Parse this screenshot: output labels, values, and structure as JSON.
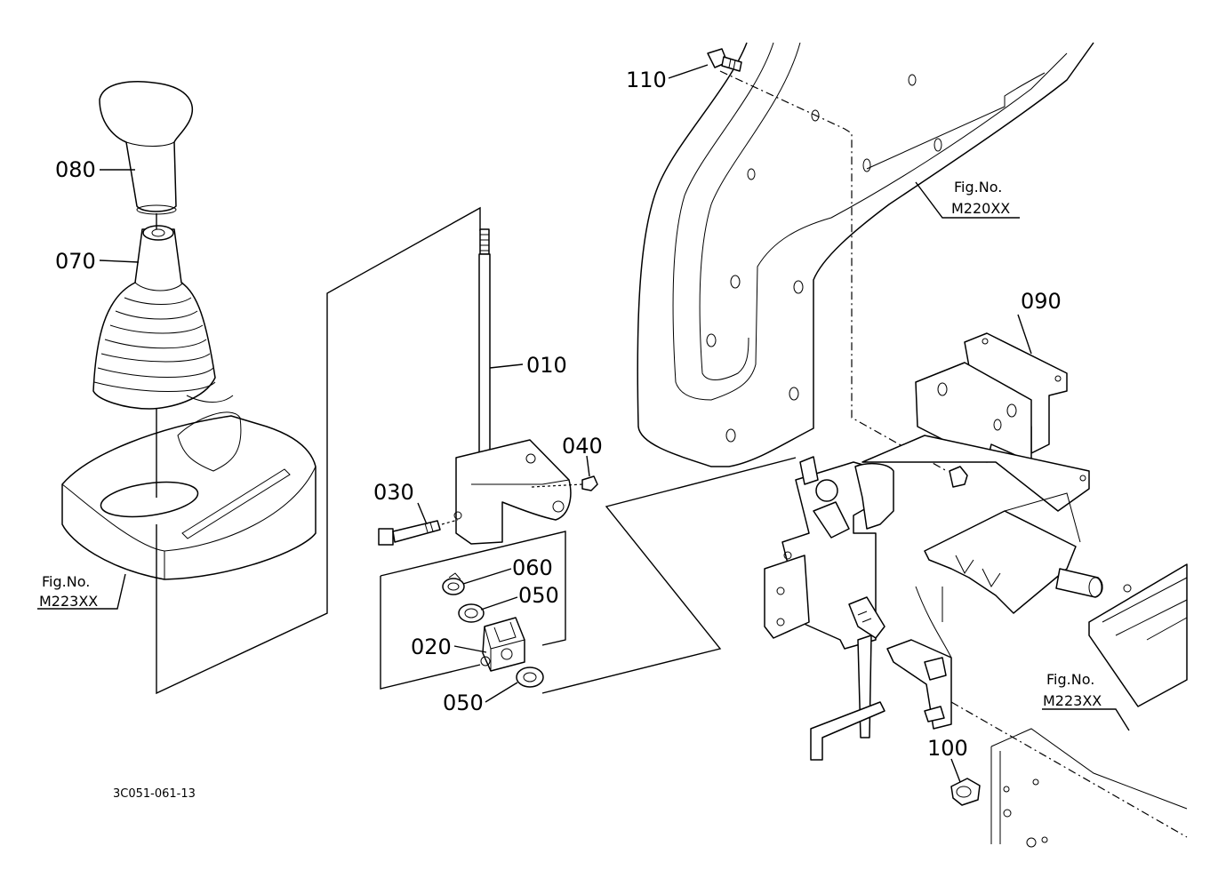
{
  "diagram": {
    "callouts": {
      "c010": "010",
      "c020": "020",
      "c030": "030",
      "c040": "040",
      "c050a": "050",
      "c050b": "050",
      "c060": "060",
      "c070": "070",
      "c080": "080",
      "c090": "090",
      "c100": "100",
      "c110": "110"
    },
    "figure_refs": {
      "left": {
        "prefix": "Fig.No.",
        "code": "M223XX"
      },
      "top_right": {
        "prefix": "Fig.No.",
        "code": "M220XX"
      },
      "bottom_right": {
        "prefix": "Fig.No.",
        "code": "M223XX"
      }
    },
    "serial": "3C051-061-13"
  }
}
